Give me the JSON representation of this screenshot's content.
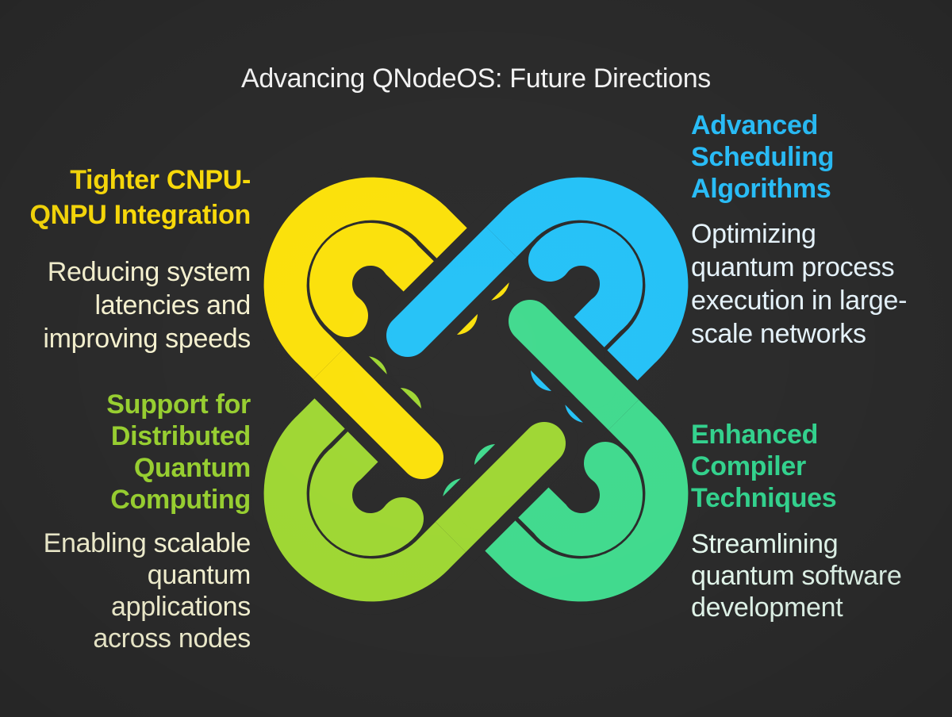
{
  "title": "Advancing QNodeOS: Future Directions",
  "title_color": "#f2f2f2",
  "background": "#2b2b2b",
  "quadrants": {
    "top_left": {
      "heading_lines": [
        "Tighter CNPU-",
        "QNPU Integration"
      ],
      "heading_color": "#f8d90a",
      "body_lines": [
        "Reducing system",
        "latencies and",
        "improving speeds"
      ],
      "body_color": "#f4f0cf"
    },
    "top_right": {
      "heading_lines": [
        "Advanced",
        "Scheduling",
        "Algorithms"
      ],
      "heading_color": "#29bcf6",
      "body_lines": [
        "Optimizing",
        "quantum process",
        "execution in large-",
        "scale networks"
      ],
      "body_color": "#e5f2fa"
    },
    "bottom_left": {
      "heading_lines": [
        "Support for",
        "Distributed",
        "Quantum",
        "Computing"
      ],
      "heading_color": "#97ce31",
      "body_lines": [
        "Enabling scalable",
        "quantum",
        "applications",
        "across nodes"
      ],
      "body_color": "#f2f0d0"
    },
    "bottom_right": {
      "heading_lines": [
        "Enhanced",
        "Compiler",
        "Techniques"
      ],
      "heading_color": "#33d18d",
      "body_lines": [
        "Streamlining",
        "quantum software",
        "development"
      ],
      "body_color": "#e2f6eb"
    }
  },
  "knot": {
    "colors": {
      "yellow": "#fbe10b",
      "blue": "#25c2f7",
      "green": "#41da8e",
      "lime": "#9fd734"
    }
  }
}
